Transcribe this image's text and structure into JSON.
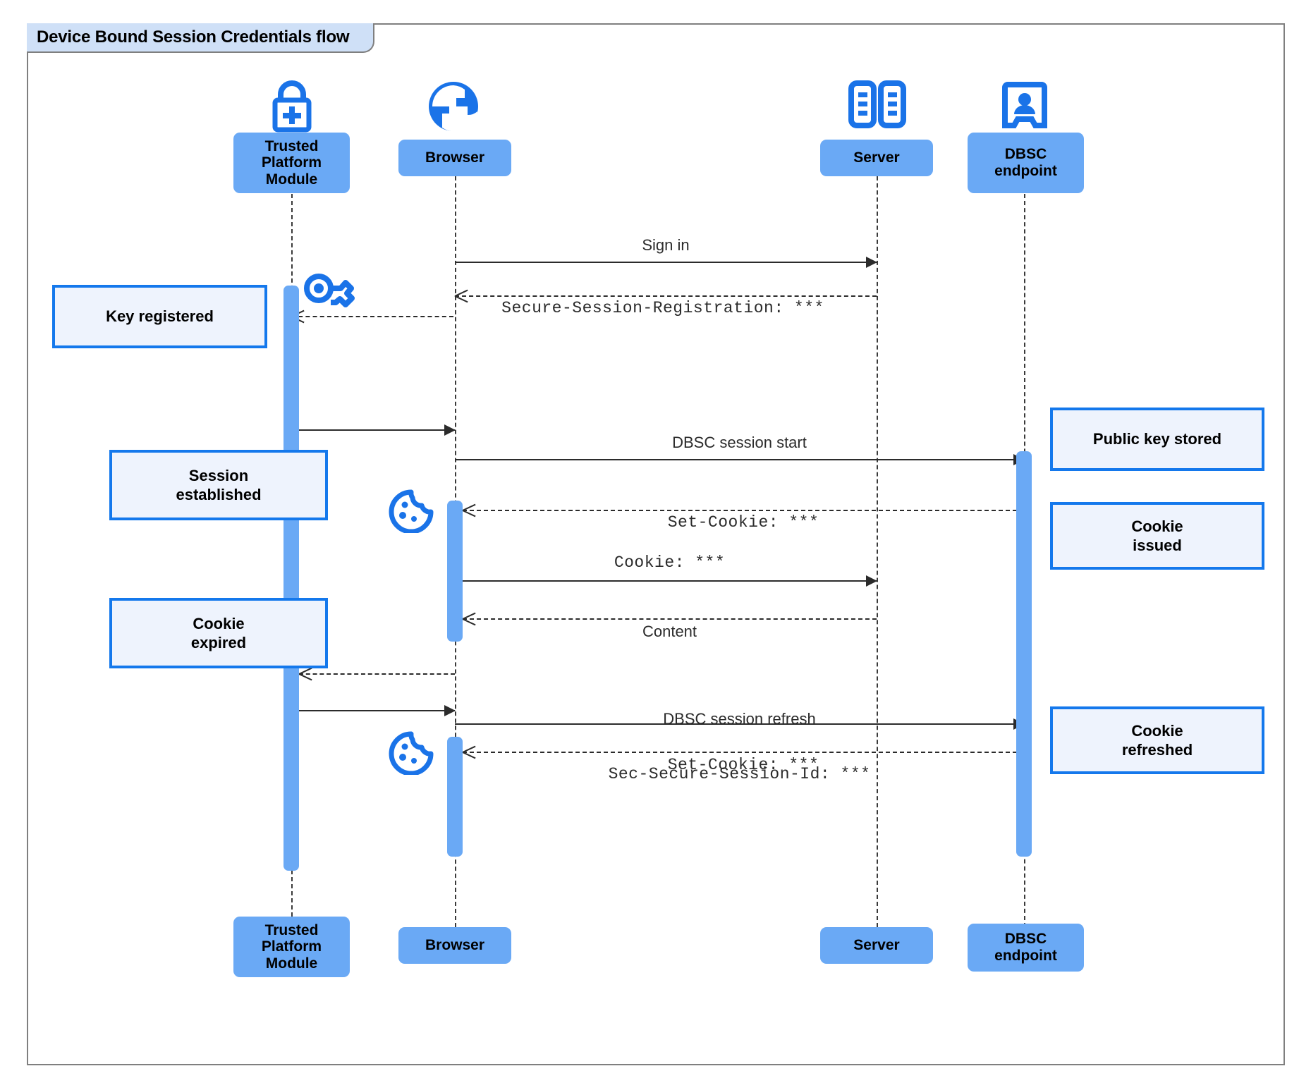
{
  "diagram": {
    "title": "Device Bound Session Credentials flow",
    "type": "sequence-diagram",
    "colors": {
      "participant_fill": "#6aa9f5",
      "activation_fill": "#6aa9f5",
      "note_fill": "#eef3fd",
      "note_border": "#1478ec",
      "icon_blue": "#1a73e8",
      "frame_border": "#7f7f7f",
      "frame_tab_fill": "#cfe0f7",
      "arrow": "#2b2b2b"
    }
  },
  "participants": [
    {
      "id": "tpm",
      "label": "Trusted\nPlatform\nModule",
      "icon": "lock-plus-icon"
    },
    {
      "id": "browser",
      "label": "Browser",
      "icon": "globe-icon"
    },
    {
      "id": "server",
      "label": "Server",
      "icon": "server-racks-icon"
    },
    {
      "id": "dbsc",
      "label": "DBSC\nendpoint",
      "icon": "id-badge-icon"
    }
  ],
  "participants_footer": [
    {
      "id": "tpm",
      "label": "Trusted\nPlatform\nModule"
    },
    {
      "id": "browser",
      "label": "Browser"
    },
    {
      "id": "server",
      "label": "Server"
    },
    {
      "id": "dbsc",
      "label": "DBSC\nendpoint"
    }
  ],
  "messages": [
    {
      "id": "m1",
      "from": "browser",
      "to": "server",
      "label": "Sign in",
      "style": "solid",
      "font": "sans"
    },
    {
      "id": "m2",
      "from": "server",
      "to": "browser",
      "label": "Secure-Session-Registration: ***",
      "style": "dashed",
      "font": "mono"
    },
    {
      "id": "m3",
      "from": "server",
      "to": "tpm",
      "label": "",
      "style": "dashed",
      "font": "mono"
    },
    {
      "id": "m4",
      "from": "tpm",
      "to": "browser",
      "label": "",
      "style": "solid",
      "font": "sans"
    },
    {
      "id": "m5",
      "from": "browser",
      "to": "dbsc",
      "label": "DBSC session start",
      "style": "solid",
      "font": "sans"
    },
    {
      "id": "m6",
      "from": "dbsc",
      "to": "browser",
      "label": "Set-Cookie: ***",
      "style": "dashed",
      "font": "mono"
    },
    {
      "id": "m7",
      "from": "browser",
      "to": "server",
      "label": "Cookie: ***",
      "style": "solid",
      "font": "mono"
    },
    {
      "id": "m8",
      "from": "server",
      "to": "browser",
      "label": "Content",
      "style": "dashed",
      "font": "sans"
    },
    {
      "id": "m9",
      "from": "browser",
      "to": "tpm",
      "label": "",
      "style": "dashed",
      "font": "sans"
    },
    {
      "id": "m10",
      "from": "tpm",
      "to": "browser",
      "label": "",
      "style": "solid",
      "font": "sans"
    },
    {
      "id": "m11",
      "from": "browser",
      "to": "dbsc",
      "label_line1": "DBSC session refresh",
      "label_line2": "Sec-Secure-Session-Id: ***",
      "style": "solid",
      "font": "mixed"
    },
    {
      "id": "m12",
      "from": "dbsc",
      "to": "browser",
      "label": "Set-Cookie: ***",
      "style": "dashed",
      "font": "mono"
    }
  ],
  "notes": [
    {
      "id": "n1",
      "side": "left",
      "target": "tpm",
      "text": "Key registered"
    },
    {
      "id": "n2",
      "side": "left",
      "target": "tpm",
      "text": "Session\nestablished"
    },
    {
      "id": "n3",
      "side": "left",
      "target": "tpm",
      "text": "Cookie\nexpired"
    },
    {
      "id": "n4",
      "side": "right",
      "target": "dbsc",
      "text": "Public key stored"
    },
    {
      "id": "n5",
      "side": "right",
      "target": "dbsc",
      "text": "Cookie\nissued"
    },
    {
      "id": "n6",
      "side": "right",
      "target": "dbsc",
      "text": "Cookie\nrefreshed"
    }
  ],
  "inline_icons": [
    {
      "id": "i1",
      "name": "key-icon",
      "near": "tpm-activation-start"
    },
    {
      "id": "i2",
      "name": "cookie-icon",
      "near": "browser-set-cookie-1"
    },
    {
      "id": "i3",
      "name": "cookie-icon",
      "near": "browser-set-cookie-2"
    }
  ]
}
